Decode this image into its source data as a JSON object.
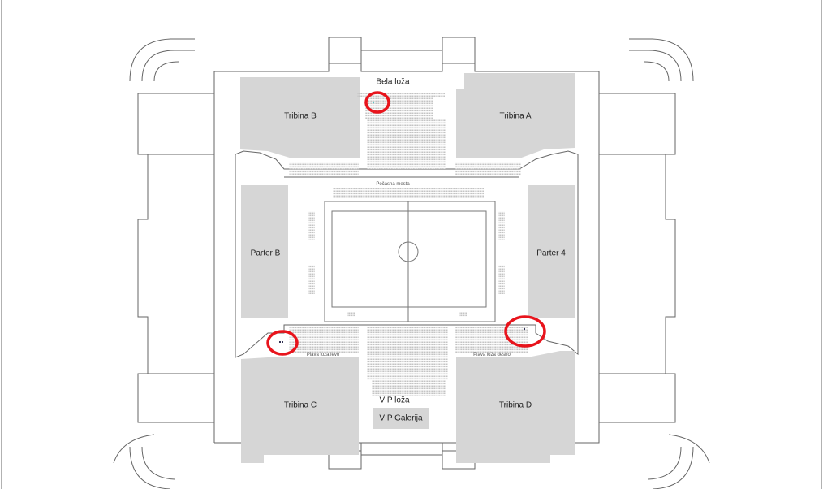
{
  "map": {
    "sections": {
      "bela_loza": "Bela loža",
      "tribina_a": "Tribina A",
      "tribina_b": "Tribina B",
      "tribina_c": "Tribina C",
      "tribina_d": "Tribina D",
      "parter_b": "Parter B",
      "parter_4": "Parter 4",
      "pocasna_mesta": "Počasna mesta",
      "plava_loza_levo": "Plava loža levo",
      "plava_loza_desno": "Plava loža desno",
      "vip_loza": "VIP loža",
      "vip_galerija": "VIP Galerija"
    },
    "colors": {
      "section_fill": "#d4d4d4",
      "outline": "#555555",
      "highlight": "#e8141c",
      "seat": "#c8c8c8"
    }
  }
}
